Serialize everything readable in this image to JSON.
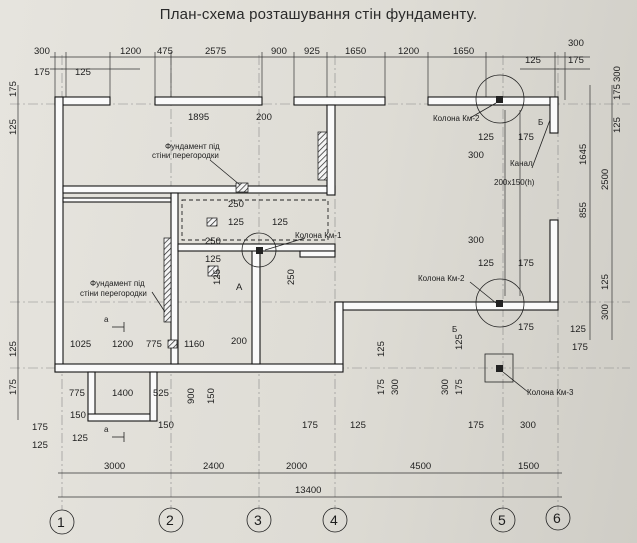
{
  "title": "План-схема розташування стін фундаменту.",
  "top_dims_row1": [
    "300",
    "1200",
    "475",
    "2575",
    "900",
    "925",
    "1650",
    "1200",
    "1650",
    "300"
  ],
  "top_dims_row2": [
    "175",
    "125",
    "125",
    "175"
  ],
  "inner_dims": {
    "d1895": "1895",
    "d200a": "200",
    "d250a": "250",
    "d125a": "125",
    "d125b": "125",
    "d250b": "250",
    "d125c": "125",
    "d250c": "250",
    "d125d": "125",
    "d175a": "175",
    "d300a": "300",
    "d125e": "125",
    "d175b": "175",
    "d300b": "300",
    "d125f": "125",
    "d175c": "175",
    "d1025": "1025",
    "d1200": "1200",
    "d775a": "775",
    "d1160": "1160",
    "d200b": "200",
    "d775b": "775",
    "d1400": "1400",
    "d525": "525",
    "d900": "900",
    "d150a": "150",
    "d150b": "150",
    "d150c": "150"
  },
  "right_dims": [
    "300",
    "175",
    "125",
    "1645",
    "2500",
    "855",
    "125",
    "300",
    "125",
    "175"
  ],
  "left_dims": [
    "175",
    "125",
    "125",
    "175"
  ],
  "bottom_dims_small": [
    "125",
    "300",
    "125",
    "175",
    "125",
    "175",
    "125",
    "175"
  ],
  "lower_dims": [
    "125",
    "300",
    "175",
    "125",
    "175",
    "300",
    "175",
    "125",
    "175",
    "300",
    "125"
  ],
  "labels": {
    "partition_1": [
      "Фундамент під",
      "стіни перегородки"
    ],
    "partition_2": [
      "Фундамент під",
      "стіни перегородки"
    ],
    "column_km1": "Колона Км-1",
    "column_km2_top": "Колона Км-2",
    "column_km2_mid": "Колона Км-2",
    "column_km3": "Колона Км-3",
    "canal": [
      "Канал",
      "200х150(h)"
    ],
    "section_a_top": "а",
    "section_a_bottom": "а",
    "mark_A": "А",
    "mark_B_top": "Б",
    "mark_B_bottom": "Б"
  },
  "axis_dims": [
    "3000",
    "2400",
    "2000",
    "4500",
    "1500"
  ],
  "total_dim": "13400",
  "axes": [
    "1",
    "2",
    "3",
    "4",
    "5",
    "6"
  ]
}
